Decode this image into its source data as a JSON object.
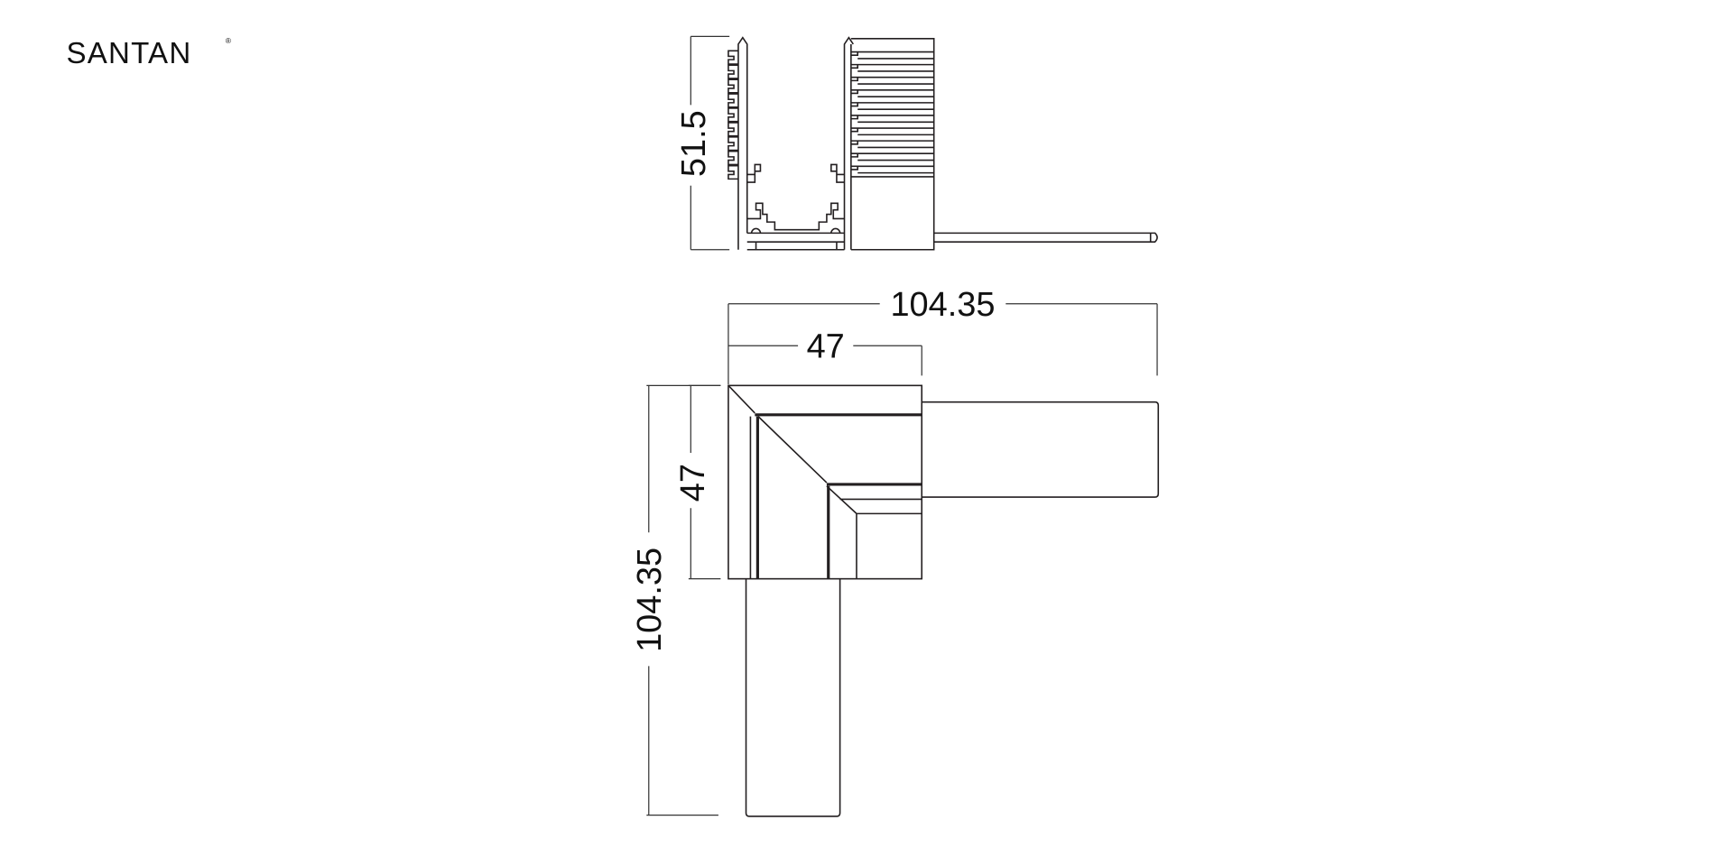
{
  "brand": {
    "name": "SANTAN",
    "mark": "®"
  },
  "profile_view": {
    "height_label": "51.5"
  },
  "plan_view": {
    "overall_width_label": "104.35",
    "inner_width_label": "47",
    "inner_height_label": "47",
    "overall_height_label": "104.35"
  },
  "colors": {
    "line": "#231f20",
    "background": "#ffffff"
  }
}
